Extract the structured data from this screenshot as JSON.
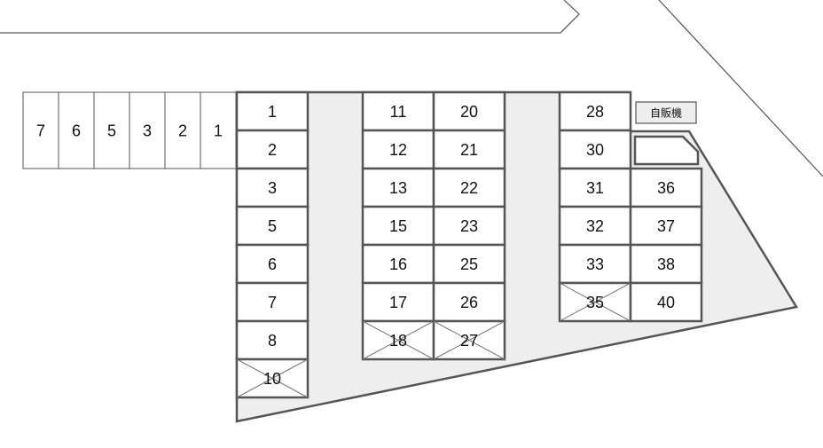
{
  "colors": {
    "line": "#555555",
    "lot_fill": "#eeeeee",
    "space_fill": "#ffffff",
    "vending_fill": "#eeeeee",
    "text": "#111111"
  },
  "vending_machine": {
    "label": "自販機"
  },
  "side_row": {
    "labels": [
      "7",
      "6",
      "5",
      "3",
      "2",
      "1"
    ]
  },
  "col_a": {
    "labels": [
      "1",
      "2",
      "3",
      "5",
      "6",
      "7",
      "8",
      "10"
    ],
    "unavailable": [
      false,
      false,
      false,
      false,
      false,
      false,
      false,
      true
    ]
  },
  "col_b": {
    "labels": [
      "11",
      "12",
      "13",
      "15",
      "16",
      "17",
      "18"
    ],
    "unavailable": [
      false,
      false,
      false,
      false,
      false,
      false,
      true
    ]
  },
  "col_c": {
    "labels": [
      "20",
      "21",
      "22",
      "23",
      "25",
      "26",
      "27"
    ],
    "unavailable": [
      false,
      false,
      false,
      false,
      false,
      false,
      true
    ]
  },
  "col_d": {
    "labels": [
      "28",
      "30",
      "31",
      "32",
      "33",
      "35"
    ],
    "unavailable": [
      false,
      false,
      false,
      false,
      false,
      true
    ]
  },
  "col_e": {
    "labels": [
      "36",
      "37",
      "38",
      "40"
    ],
    "unavailable": [
      false,
      false,
      false,
      false
    ]
  }
}
